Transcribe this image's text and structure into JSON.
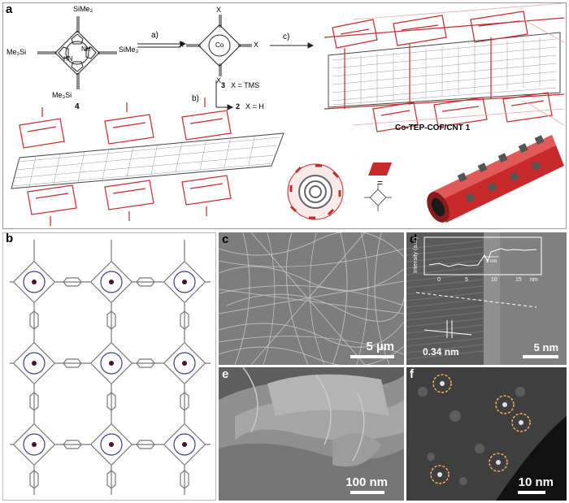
{
  "panel_labels": {
    "a": "a",
    "b": "b",
    "c": "c",
    "d": "d",
    "e": "e",
    "f": "f"
  },
  "scheme": {
    "reagent_a": "a)",
    "reagent_b": "b)",
    "reagent_c": "c)",
    "tms_label": "SiMe₃",
    "tms_left": "Me₃Si",
    "tms_right": "SiMe₃",
    "tms_bottom": "Me₃Si",
    "nh_top": "NH",
    "nh_bottom": "HN",
    "compound_4": "4",
    "x_top": "X",
    "x_left": "X",
    "x_right": "X",
    "x_bottom": "X",
    "compound_3_num": "3",
    "compound_3_def": "X = TMS",
    "compound_2_num": "2",
    "compound_2_def": "X = H",
    "co_label": "Co",
    "product_name": "Co-TEP-COF/CNT 1",
    "equals": "="
  },
  "panel_c": {
    "scale": "5 µm"
  },
  "panel_d": {
    "ylabel": "Intensity (a.u.)",
    "x_ticks": [
      "0",
      "5",
      "10",
      "15"
    ],
    "x_unit": "nm",
    "inset_label": "1 nm",
    "lattice": "0.34 nm",
    "scale": "5 nm"
  },
  "panel_e": {
    "scale": "100 nm"
  },
  "panel_f": {
    "scale": "10 nm"
  },
  "colors": {
    "red": "#c8292b",
    "dark_red": "#8a1b1d",
    "frame": "#777777",
    "navy": "#3a3f8c",
    "metal": "#4a1030",
    "cnt": "#2a2a2a"
  }
}
